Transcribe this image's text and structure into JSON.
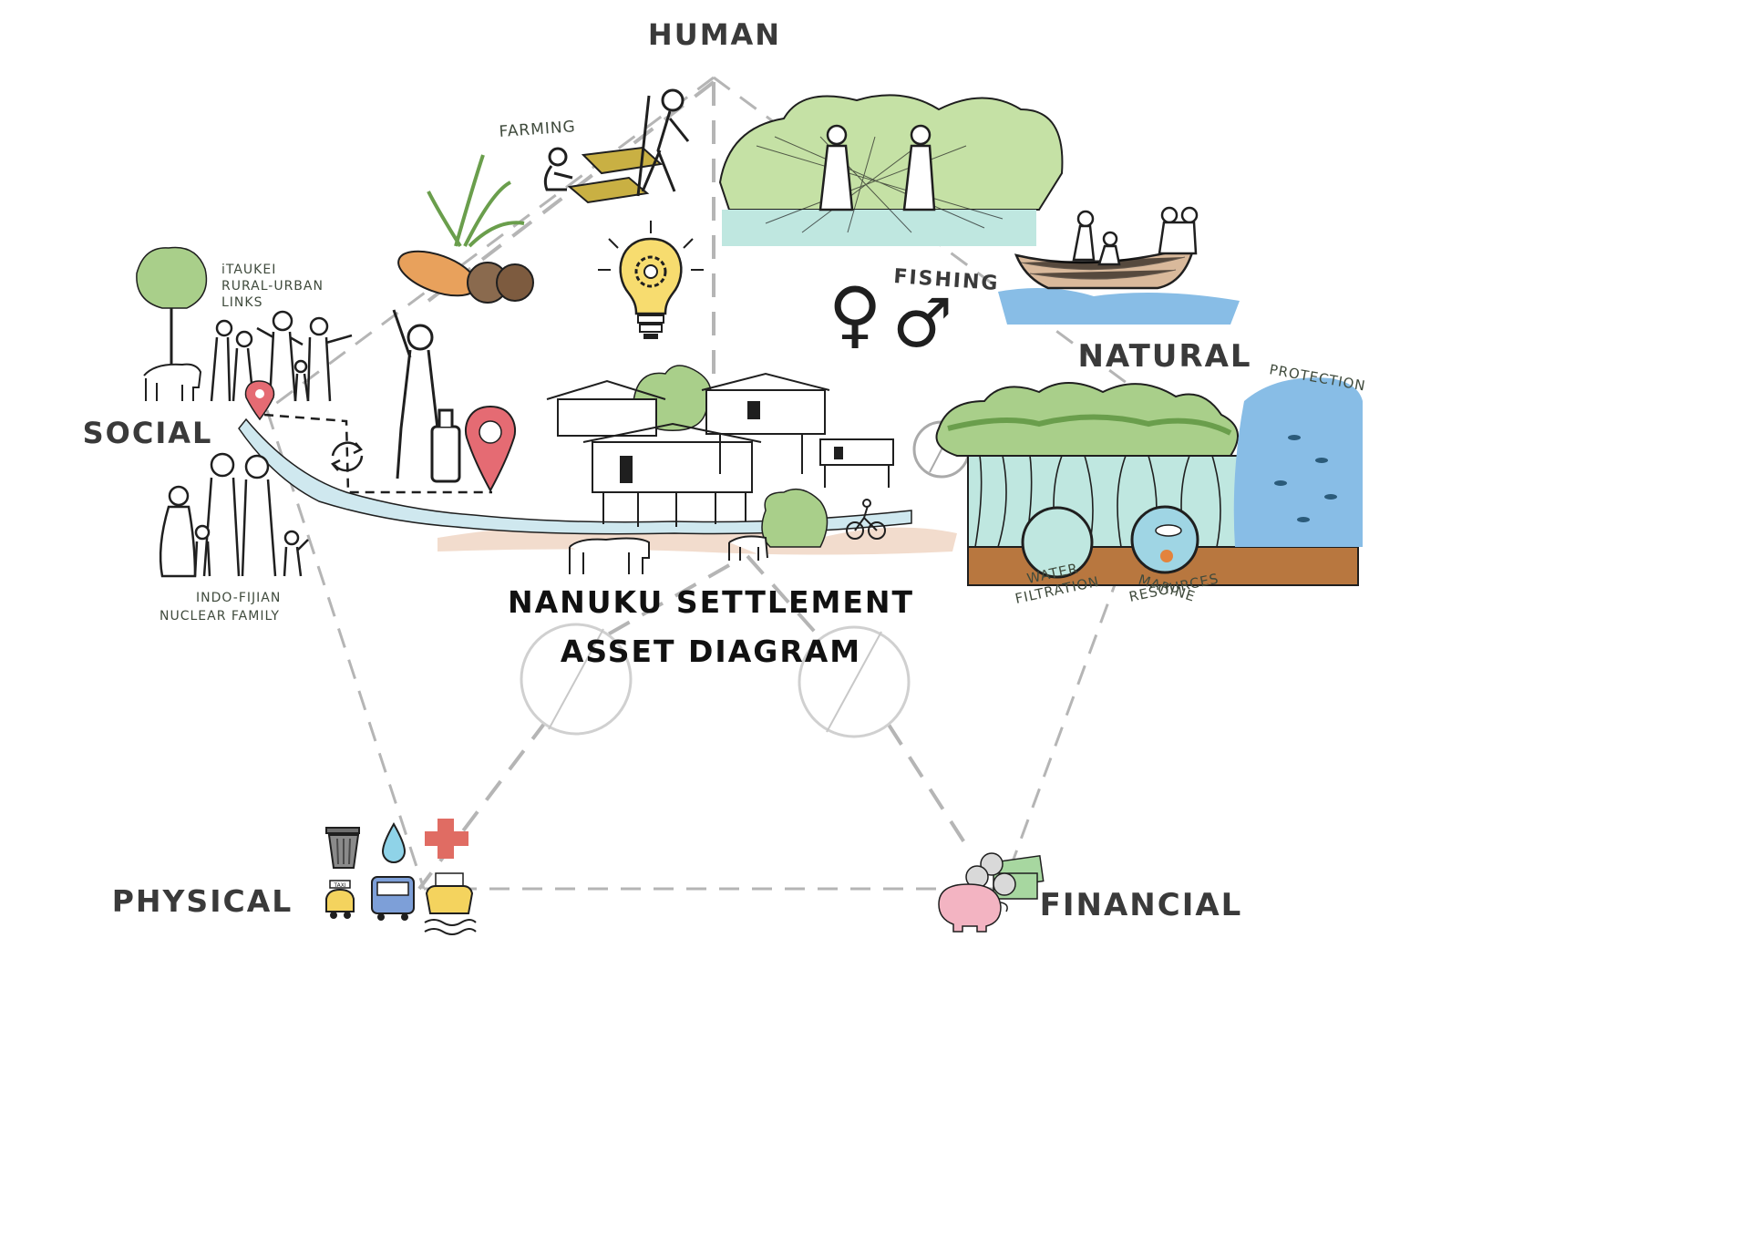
{
  "title": {
    "line1": "NANUKU SETTLEMENT",
    "line2": "ASSET DIAGRAM"
  },
  "capitals": {
    "human": "HUMAN",
    "natural": "NATURAL",
    "social": "SOCIAL",
    "physical": "PHYSICAL",
    "financial": "FINANCIAL"
  },
  "annotations": {
    "farming": "FARMING",
    "fishing": "FISHING",
    "protection": "PROTECTION",
    "itaukei_line1": "iTAUKEI",
    "itaukei_line2": "RURAL-URBAN",
    "itaukei_line3": "LINKS",
    "indo_line1": "INDO-FIJIAN",
    "indo_line2": "NUCLEAR FAMILY",
    "water_line1": "WATER",
    "water_line2": "FILTRATION",
    "marine_line1": "MARINE",
    "marine_line2": "RESOURCES",
    "taxi": "TAXI"
  },
  "symbols": {
    "female": "♀",
    "male": "♂"
  },
  "colors": {
    "line": "#b5b5b5",
    "ink": "#1f1f1f",
    "foliage": "#a9cf8a",
    "foliage_dark": "#6a9e4c",
    "water": "#88bde6",
    "shallow": "#bfe7e0",
    "soil": "#b8773f",
    "pin": "#e56b73",
    "bulb": "#f7dc6f",
    "cross": "#e06c63",
    "bus": "#7d9fd8",
    "taxi": "#f4d35e",
    "drop": "#8fd3e8",
    "pig": "#f3b4c2",
    "cash": "#a7d7a0",
    "coin": "#d9d9d9"
  }
}
